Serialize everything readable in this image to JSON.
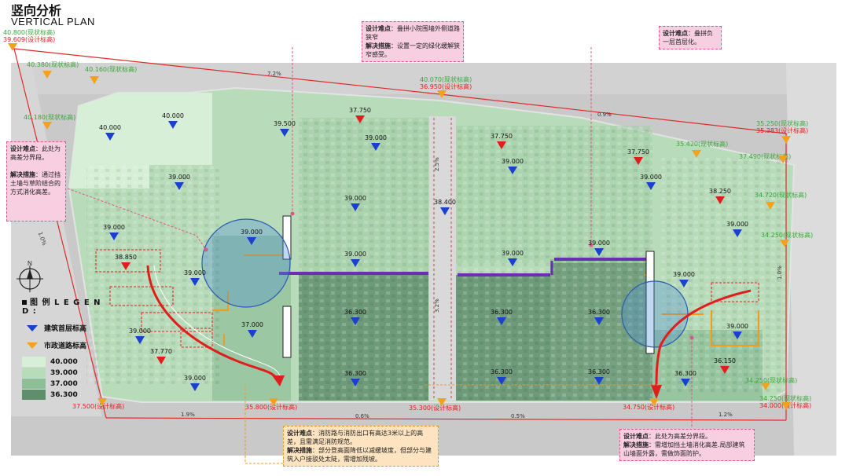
{
  "title": {
    "cn": "竖向分析",
    "en": "VERTICAL PLAN"
  },
  "colors": {
    "site_light": "#c6e6c8",
    "site_mid": "#a8d6a9",
    "site_dark": "#7fb58a",
    "site_darker": "#6c9c78",
    "road": "#c9c9c9",
    "building_tri": "#1b3fcf",
    "road_tri": "#f4a21d",
    "design_red": "#e01e1e",
    "existing_green": "#3aa63a",
    "slope_line": "#e12a2a",
    "retaining": "#f49a16",
    "purple": "#6a2fb3",
    "pink_note": "#f7cfe0",
    "orange_note": "#fde3c0"
  },
  "legend": {
    "header": "图 例 L E G E N D :",
    "building_label": "建筑首层标高",
    "road_label": "市政道路标高",
    "zones": [
      {
        "value": "40.000",
        "color": "#d7eed7"
      },
      {
        "value": "39.000",
        "color": "#b8dcba"
      },
      {
        "value": "37.000",
        "color": "#8fbf98"
      },
      {
        "value": "36.300",
        "color": "#5f8e6c"
      }
    ]
  },
  "notes": {
    "top_center": {
      "difficulty_label": "设计难点",
      "difficulty_text": "：叠拼小院围墙外侧道路狭窄",
      "measure_label": "解决措施",
      "measure_text": "：设置一定的绿化缓解狭窄感受。"
    },
    "top_right": {
      "difficulty_label": "设计难点",
      "difficulty_text": "：叠拼负一层首层化。"
    },
    "left": {
      "difficulty_label": "设计难点",
      "difficulty_text": "：此处为高差分界段。",
      "measure_label": "解决措施",
      "measure_text": "：通过挡土墙与草阶结合的方式消化高差。"
    },
    "bottom_center": {
      "difficulty_label": "设计难点",
      "difficulty_text": "：消防路与消防出口有高达3米以上的高差，且需满足消防规范。",
      "measure_label": "解决措施",
      "measure_text": "：部分登高面降低以减缓坡度，但部分与建筑入户接驳处太陡，需增加残坡。"
    },
    "bottom_right": {
      "difficulty_label": "设计难点",
      "difficulty_text": "：此处为高差分界段。",
      "measure_label": "解决措施",
      "measure_text": "：需增加挡土墙消化高差.局部建筑山墙面外露，需做饰面防护。"
    }
  },
  "building_levels": [
    {
      "id": "b1",
      "label": "40.000"
    },
    {
      "id": "b2",
      "label": "40.000"
    },
    {
      "id": "b3",
      "label": "39.500"
    },
    {
      "id": "b4",
      "label": "39.000"
    },
    {
      "id": "b5",
      "label": "39.000"
    },
    {
      "id": "b6",
      "label": "39.000"
    },
    {
      "id": "b7",
      "label": "39.000"
    },
    {
      "id": "b8",
      "label": "39.000"
    },
    {
      "id": "b9",
      "label": "39.000"
    },
    {
      "id": "b10",
      "label": "39.000"
    },
    {
      "id": "b11",
      "label": "39.000"
    },
    {
      "id": "b12",
      "label": "39.000"
    },
    {
      "id": "b13",
      "label": "39.000"
    },
    {
      "id": "b14",
      "label": "39.000"
    },
    {
      "id": "b15",
      "label": "39.000"
    },
    {
      "id": "b16",
      "label": "39.000"
    },
    {
      "id": "b17",
      "label": "39.000"
    },
    {
      "id": "b18",
      "label": "39.000"
    },
    {
      "id": "b19",
      "label": "39.000"
    },
    {
      "id": "b20",
      "label": "38.400"
    },
    {
      "id": "b21",
      "label": "37.000"
    },
    {
      "id": "b22",
      "label": "36.300"
    },
    {
      "id": "b23",
      "label": "36.300"
    },
    {
      "id": "b24",
      "label": "36.300"
    },
    {
      "id": "b25",
      "label": "36.300"
    },
    {
      "id": "b26",
      "label": "36.300"
    },
    {
      "id": "b27",
      "label": "36.300"
    },
    {
      "id": "b28",
      "label": "36.300"
    }
  ],
  "red_levels": [
    {
      "id": "r1",
      "label": "37.750"
    },
    {
      "id": "r2",
      "label": "37.750"
    },
    {
      "id": "r3",
      "label": "37.750"
    },
    {
      "id": "r4",
      "label": "38.250"
    },
    {
      "id": "r5",
      "label": "38.850"
    },
    {
      "id": "r6",
      "label": "37.770"
    },
    {
      "id": "r7",
      "label": "36.150"
    }
  ],
  "road_points": [
    {
      "id": "p1",
      "existing": "40.800(现状标高)",
      "design": "39.609(设计标高)"
    },
    {
      "id": "p2",
      "existing": "40.380(现状标高)",
      "design": ""
    },
    {
      "id": "p3",
      "existing": "40.160(现状标高)",
      "design": ""
    },
    {
      "id": "p4",
      "existing": "40.180(现状标高)",
      "design": ""
    },
    {
      "id": "p5",
      "existing": "40.070(现状标高)",
      "design": "36.950(设计标高)"
    },
    {
      "id": "p6",
      "existing": "35.250(现状标高)",
      "design": "35.383(设计标高)"
    },
    {
      "id": "p7",
      "existing": "35.420(现状标高)",
      "design": ""
    },
    {
      "id": "p8",
      "existing": "37.490(现状标高)",
      "design": ""
    },
    {
      "id": "p9",
      "existing": "34.720(现状标高)",
      "design": ""
    },
    {
      "id": "p10",
      "existing": "34.250(现状标高)",
      "design": ""
    },
    {
      "id": "p11",
      "existing": "34.250(现状标高)",
      "design": ""
    },
    {
      "id": "p12",
      "existing": "34.250(现状标高)",
      "design": "34.000(设计标高)"
    },
    {
      "id": "p13",
      "existing": "",
      "design": "37.500(设计标高)"
    },
    {
      "id": "p14",
      "existing": "",
      "design": "35.800(设计标高)"
    },
    {
      "id": "p15",
      "existing": "",
      "design": "35.300(设计标高)"
    },
    {
      "id": "p16",
      "existing": "",
      "design": "34.750(设计标高)"
    }
  ],
  "slopes": [
    "7.2%",
    "0.9%",
    "2.5%",
    "3.2%",
    "1.0%",
    "1.9%",
    "0.6%",
    "0.5%",
    "1.2%",
    "1.0%"
  ],
  "compass": "N"
}
